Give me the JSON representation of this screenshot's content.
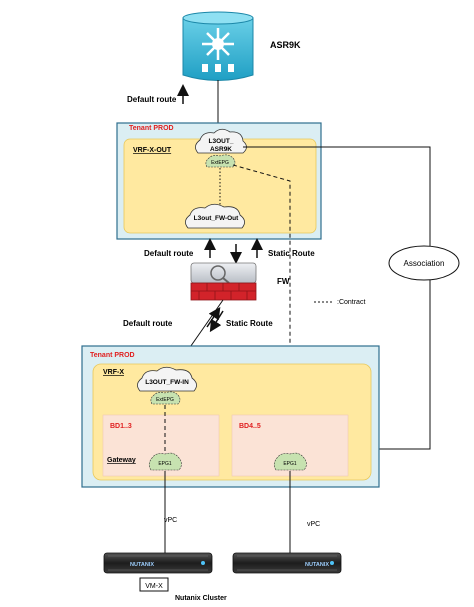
{
  "router": {
    "label": "ASR9K",
    "icon": "router-icon"
  },
  "labels": {
    "default_route_top": "Default route",
    "default_route_mid": "Default route",
    "static_route_mid": "Static Route",
    "default_route_low": "Default route",
    "static_route_low": "Static Route",
    "fw": "FW",
    "contract_legend": ":Contract",
    "association": "Association",
    "vpc_left": "vPC",
    "vpc_right": "vPC"
  },
  "tenant_top": {
    "title": "Tenant PROD",
    "vrf": "VRF-X-OUT",
    "l3out_asr9k_line1": "L3OUT_",
    "l3out_asr9k_line2": "ASR9K",
    "ext_epg": "ExtEPG",
    "l3out_fw_out": "L3out_FW-Out"
  },
  "tenant_bottom": {
    "title": "Tenant PROD",
    "vrf": "VRF-X",
    "l3out_fw_in": "L3OUT_FW-IN",
    "ext_epg": "ExtEPG",
    "bd_left": "BD1..3",
    "bd_right": "BD4..5",
    "gateway": "Gateway",
    "epg_left": "EPG1",
    "epg_right": "EPG1"
  },
  "servers": {
    "brand": "NUTANIX",
    "vm_label": "VM-X",
    "cluster_label": "Nutanix Cluster"
  },
  "colors": {
    "tenant_fill": "#dbeef3",
    "tenant_border": "#2e6e8e",
    "vrf_fill": "#ffe9a0",
    "bd_fill": "#fbe3d6",
    "red_title": "#e02020",
    "epg_fill": "#c7e2b0",
    "router_fill": "#33b7d6",
    "fw_red": "#d2232a"
  }
}
